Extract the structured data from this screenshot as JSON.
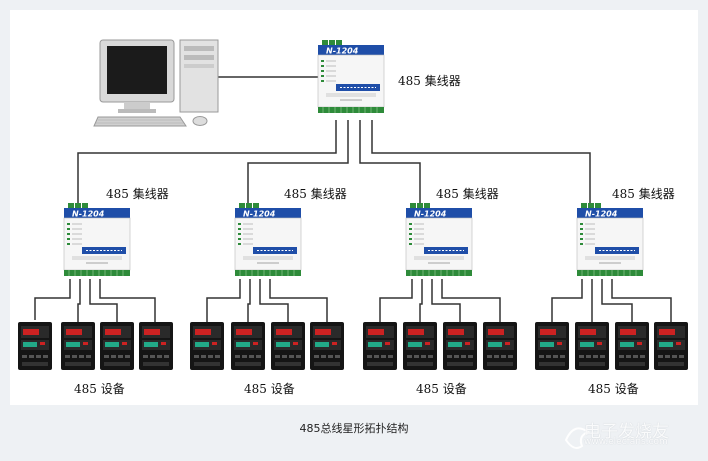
{
  "hub_label": "485 集线器",
  "device_label": "485 设备",
  "device_model": "N-1204",
  "caption": "485总线星形拓扑结构",
  "watermark": {
    "text": "电子发烧友",
    "url": "www.elecfans.com"
  },
  "colors": {
    "device_blue": "#1f4ea8",
    "body": "#f4f4f4",
    "terminal_green": "#2e8b3a",
    "line": "#333333"
  }
}
